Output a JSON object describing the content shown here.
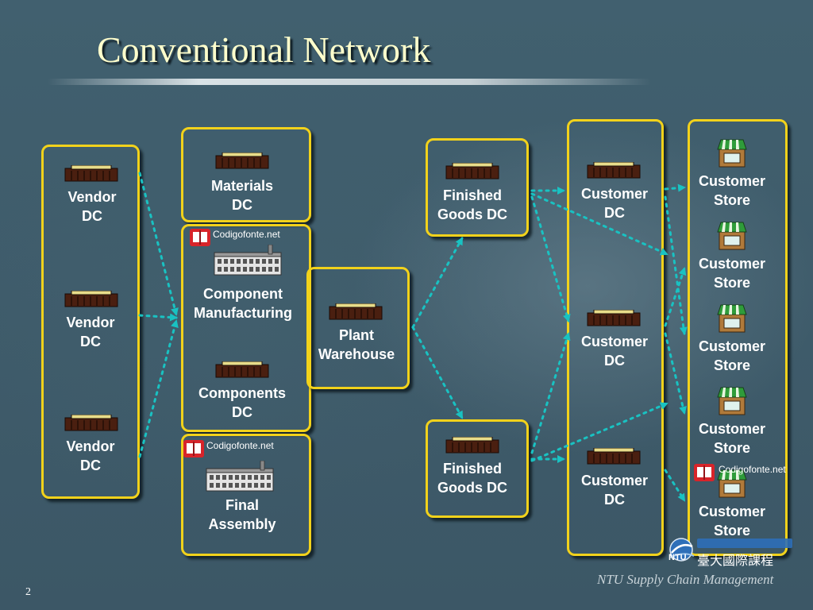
{
  "slide": {
    "title": "Conventional Network",
    "page_number": "2",
    "footer": "NTU Supply Chain Management"
  },
  "watermark_text": "Codigofonte.net",
  "nodes": {
    "vendor_1": [
      "Vendor",
      "DC"
    ],
    "vendor_2": [
      "Vendor",
      "DC"
    ],
    "vendor_3": [
      "Vendor",
      "DC"
    ],
    "materials": [
      "Materials",
      "DC"
    ],
    "component_mfg": [
      "Component",
      "Manufacturing"
    ],
    "components_dc": [
      "Components",
      "DC"
    ],
    "final_assembly": [
      "Final",
      "Assembly"
    ],
    "plant_warehouse": [
      "Plant",
      "Warehouse"
    ],
    "finished_1": [
      "Finished",
      "Goods DC"
    ],
    "finished_2": [
      "Finished",
      "Goods DC"
    ],
    "customer_dc_1": [
      "Customer",
      "DC"
    ],
    "customer_dc_2": [
      "Customer",
      "DC"
    ],
    "customer_dc_3": [
      "Customer",
      "DC"
    ],
    "store_1": [
      "Customer",
      "Store"
    ],
    "store_2": [
      "Customer",
      "Store"
    ],
    "store_3": [
      "Customer",
      "Store"
    ],
    "store_4": [
      "Customer",
      "Store"
    ],
    "store_5": [
      "Customer",
      "Store"
    ]
  },
  "logo": {
    "brand": "NTU",
    "subtitle": "臺大國際課程"
  },
  "colors": {
    "box_border": "#f2d21b",
    "arrow": "#19c2c2",
    "label": "#ffffff",
    "title": "#ffffcc",
    "awning_green": "#2f9c3a"
  }
}
